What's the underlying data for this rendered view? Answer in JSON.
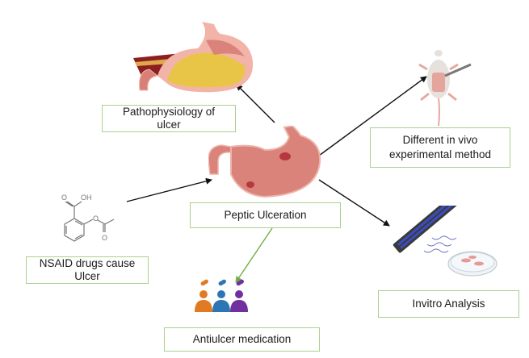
{
  "diagram": {
    "center": {
      "label": "Peptic Ulceration",
      "icon": "stomach-with-ulcers-icon"
    },
    "nodes": [
      {
        "id": "pathophysiology",
        "lines": [
          "Pathophysiology of",
          "ulcer"
        ],
        "icon": "stomach-cross-section-icon"
      },
      {
        "id": "invivo",
        "lines": [
          "Different in vivo",
          "experimental method"
        ],
        "icon": "lab-rat-icon"
      },
      {
        "id": "nsaid",
        "lines": [
          "NSAID drugs cause",
          "Ulcer"
        ],
        "icon": "aspirin-molecule-icon"
      },
      {
        "id": "antiulcer",
        "lines": [
          "Antiulcer medication"
        ],
        "icon": "patients-with-pills-icon"
      },
      {
        "id": "invitro",
        "lines": [
          "Invitro Analysis"
        ],
        "icon": "uv-lamp-petri-dish-icon"
      }
    ],
    "molecule_labels": {
      "hydroxyl": "OH",
      "oxygen": "O"
    },
    "colors": {
      "box_border": "#a9d18e",
      "arrow": "#111111",
      "arrow_green": "#70ad47",
      "stomach": "#d9837a",
      "person_orange": "#e07b24",
      "person_blue": "#2e75b6",
      "person_purple": "#7030a0"
    }
  }
}
